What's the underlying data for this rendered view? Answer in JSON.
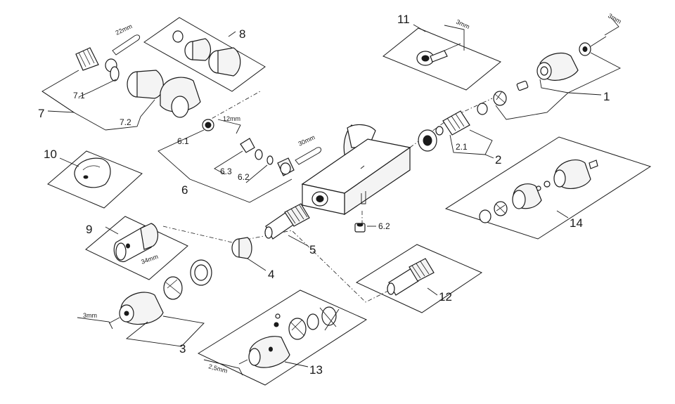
{
  "diagram": {
    "part_numbers": {
      "p1": "1",
      "p2": "2",
      "p3": "3",
      "p4": "4",
      "p5": "5",
      "p6": "6",
      "p7": "7",
      "p8": "8",
      "p9": "9",
      "p10": "10",
      "p11": "11",
      "p12": "12",
      "p13": "13",
      "p14": "14"
    },
    "sub_numbers": {
      "p2_1": "2.1",
      "p6_1": "6.1",
      "p6_2": "6.2",
      "p6_2b": "6.2",
      "p6_3": "6.3",
      "p7_1": "7.1",
      "p7_2": "7.2"
    },
    "tool_labels": {
      "wrench_22": "22mm",
      "wrench_30": "30mm",
      "key_12": "12mm",
      "key_3_p11": "3mm",
      "key_3_p1": "3mm",
      "key_3_p3": "3mm",
      "key_2_5": "2,5mm",
      "handle_34": "34mm"
    }
  }
}
